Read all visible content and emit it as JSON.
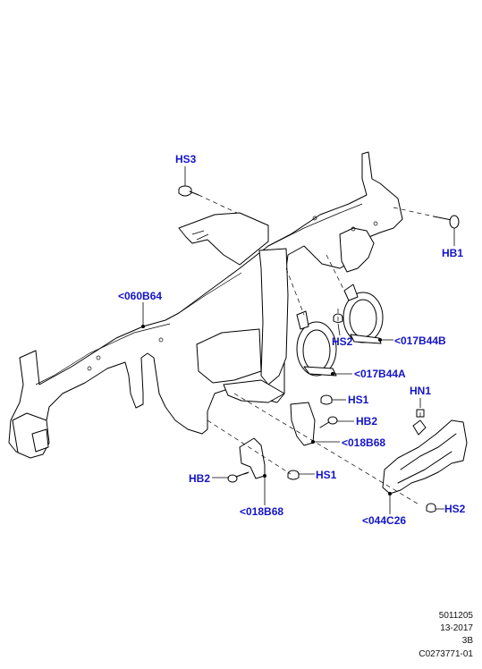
{
  "callouts": {
    "hs3": "HS3",
    "hb1": "HB1",
    "c060b64": "<060B64",
    "hs2_upper": "HS2",
    "c017b44b": "<017B44B",
    "c017b44a": "<017B44A",
    "hs1_upper": "HS1",
    "hb2_right": "HB2",
    "c018b68_right": "<018B68",
    "hn1": "HN1",
    "hb2_left": "HB2",
    "hs1_lower": "HS1",
    "c018b68_bottom": "<018B68",
    "c044c26": "<044C26",
    "hs2_lower": "HS2"
  },
  "footer": {
    "code": "5011205",
    "date": "13-2017",
    "rev": "3B",
    "illustration": "C0273771-01"
  },
  "colors": {
    "callout_text": "#1414c8",
    "line": "#000000",
    "background": "#ffffff"
  }
}
